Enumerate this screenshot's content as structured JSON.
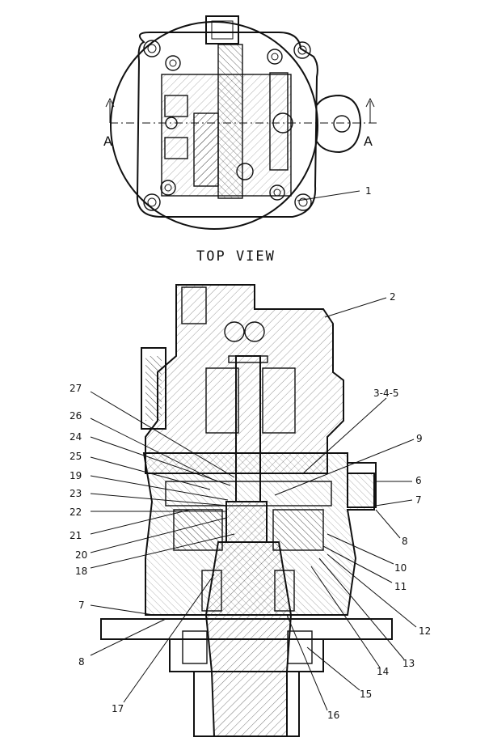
{
  "top_view": {
    "title": "TOP VIEW",
    "section_left": "A",
    "section_right": "A"
  },
  "callouts": {
    "c1": "1",
    "c2": "2",
    "c345": "3-4-5",
    "c6": "6",
    "c7r": "7",
    "c8r": "8",
    "c9": "9",
    "c10": "10",
    "c11": "11",
    "c12": "12",
    "c13": "13",
    "c14": "14",
    "c15": "15",
    "c16": "16",
    "c17": "17",
    "c18": "18",
    "c19": "19",
    "c20": "20",
    "c21": "21",
    "c22": "22",
    "c23": "23",
    "c24": "24",
    "c25": "25",
    "c26": "26",
    "c27": "27",
    "c7l": "7",
    "c8l": "8"
  }
}
